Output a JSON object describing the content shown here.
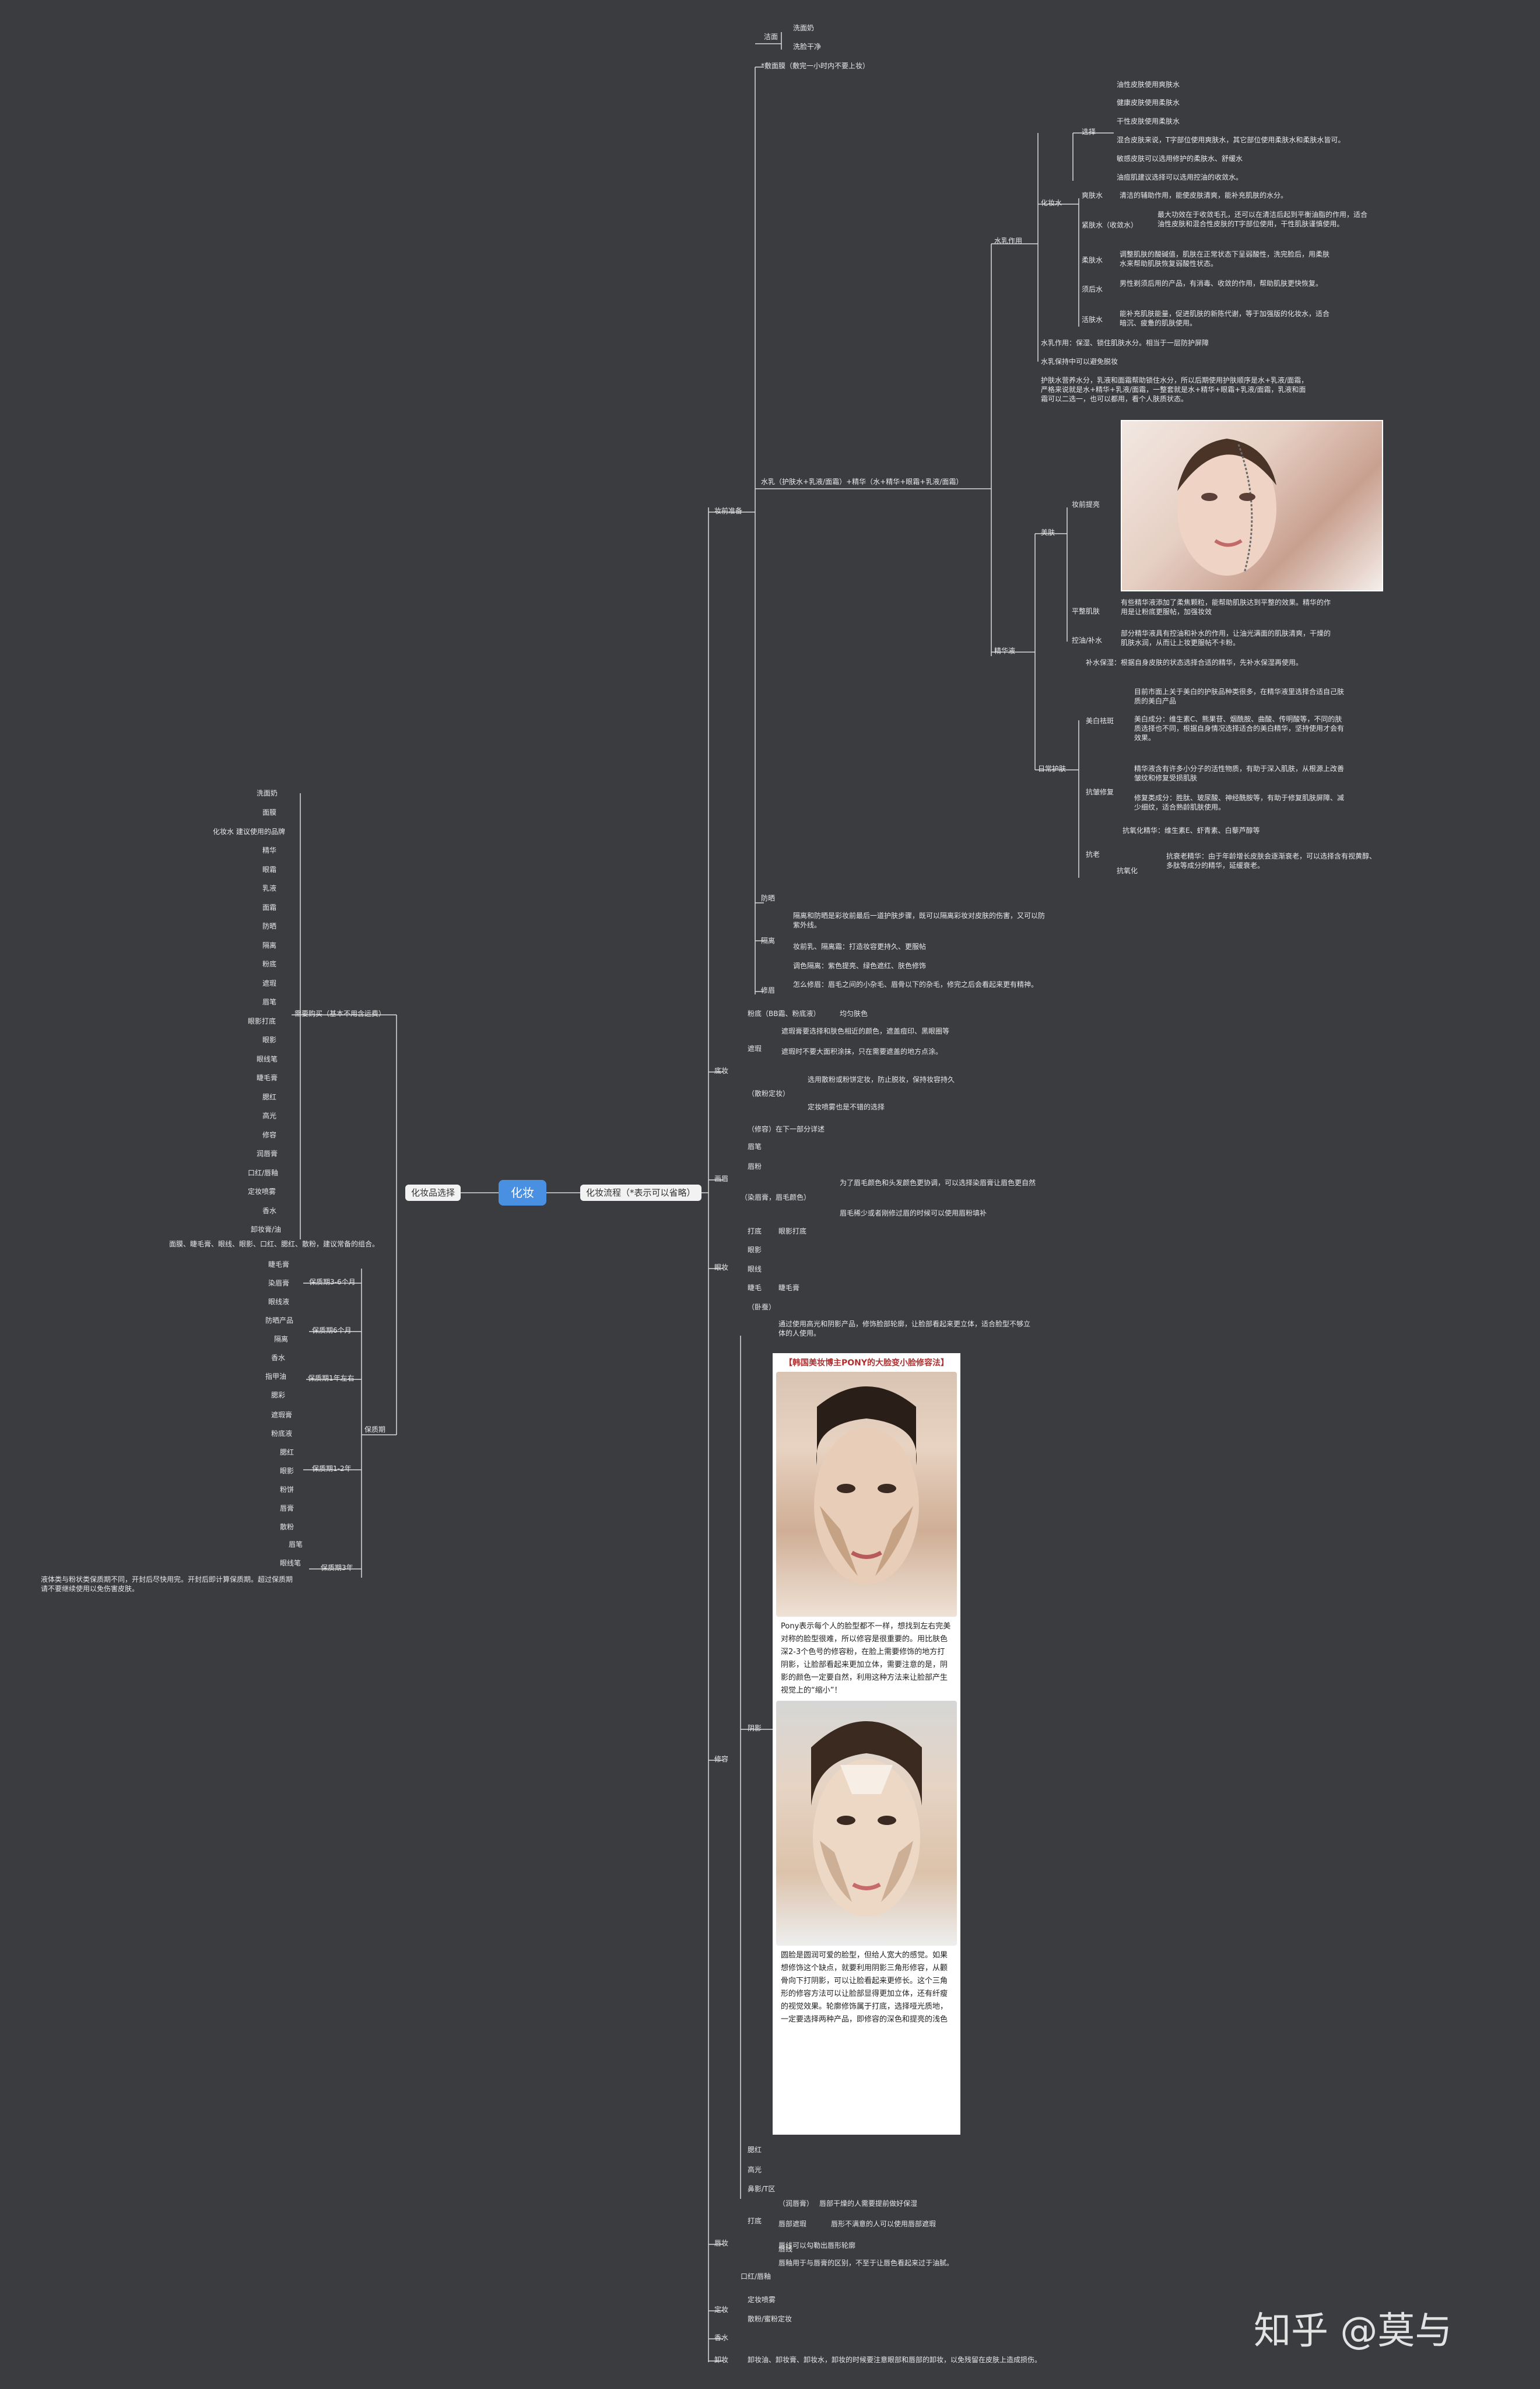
{
  "root": "化妆",
  "left_branch": {
    "title": "化妆品选择",
    "must_buy": {
      "title": "需要购买（基本不用含运费）",
      "items": [
        "洗面奶",
        "面膜",
        "化妆水 建议使用的品牌",
        "精华",
        "眼霜",
        "乳液",
        "面霜",
        "防晒",
        "隔离",
        "粉底",
        "遮瑕",
        "眉笔",
        "眼影打底",
        "眼影",
        "眼线笔",
        "睫毛膏",
        "腮红",
        "高光",
        "修容",
        "润唇膏",
        "口红/唇釉",
        "定妆喷雾",
        "香水",
        "卸妆膏/油"
      ],
      "note": "面膜、睫毛膏、眼线、眼影、口红、腮红、散粉，建议常备的组合。"
    },
    "shelf_life": {
      "title": "保质期",
      "groups": [
        {
          "title": "保质期3-6个月",
          "items": [
            "睫毛膏",
            "染眉膏",
            "眼线液"
          ]
        },
        {
          "title": "保质期6个月",
          "items": [
            "防晒产品",
            "隔离"
          ]
        },
        {
          "title": "保质期1年左右",
          "items": [
            "香水",
            "指甲油",
            "腮彩"
          ]
        },
        {
          "title": "保质期1-2年",
          "items": [
            "遮瑕膏",
            "粉底液",
            "腮红",
            "眼影",
            "粉饼",
            "唇膏",
            "散粉"
          ]
        },
        {
          "title": "保质期3年",
          "items": [
            "眉笔",
            "眼线笔"
          ]
        }
      ],
      "note": "液体类与粉状类保质期不同，开封后尽快用完。开封后即计算保质期。超过保质期请不要继续使用以免伤害皮肤。"
    }
  },
  "right_branch": {
    "title": "化妆流程（*表示可以省略）",
    "skincare": {
      "title": "妆前准备",
      "cleanse": {
        "title": "洁面",
        "items": [
          "洗面奶",
          "洗脸干净"
        ]
      },
      "mask": "*敷面膜（敷完一小时内不要上妆）",
      "water_milk": "水乳（护肤水+乳液/面霜）+精华（水+精华+眼霜+乳液/面霜）",
      "toner_section": {
        "title": "水乳作用",
        "toner": "化妆水",
        "choose": "选择",
        "choose_items": [
          "油性皮肤使用爽肤水",
          "健康皮肤使用柔肤水",
          "干性皮肤使用柔肤水",
          "混合皮肤来说，T字部位使用爽肤水，其它部位使用柔肤水和柔肤水皆可。",
          "敏感皮肤可以选用修护的柔肤水、舒缓水",
          "油痘肌建议选择可以选用控油的收敛水。"
        ],
        "types": [
          {
            "name": "爽肤水",
            "desc": "清洁的辅助作用，能使皮肤清爽，能补充肌肤的水分。"
          },
          {
            "name": "紧肤水（收敛水）",
            "desc": "最大功效在于收敛毛孔，还可以在清洁后起到平衡油脂的作用，适合油性皮肤和混合性皮肤的T字部位使用，干性肌肤谨慎使用。"
          },
          {
            "name": "柔肤水",
            "desc": "调整肌肤的酸碱值，肌肤在正常状态下呈弱酸性，洗完脸后，用柔肤水来帮助肌肤恢复弱酸性状态。"
          },
          {
            "name": "须后水",
            "desc": "男性剃须后用的产品，有消毒、收敛的作用，帮助肌肤更快恢复。"
          },
          {
            "name": "活肤水",
            "desc": "能补充肌肤能量，促进肌肤的新陈代谢，等于加强版的化妆水，适合暗沉、疲惫的肌肤使用。"
          }
        ],
        "notes": [
          "水乳作用：保湿、锁住肌肤水分。相当于一层防护屏障",
          "水乳保持中可以避免脱妆",
          "护肤水营养水分，乳液和面霜帮助锁住水分，所以后期使用护肤顺序是水+乳液/面霜，严格来说就是水+精华+乳液/面霜，一整套就是水+精华+眼霜+乳液/面霜，乳液和面霜可以二选一，也可以都用，看个人肤质状态。"
        ]
      },
      "essence": {
        "title": "精华液",
        "beauty": "美肤",
        "before": "妆前提亮",
        "even": "平整肌肤",
        "even_desc": "有些精华液添加了柔焦颗粒，能帮助肌肤达到平整的效果。精华的作用是让粉底更服帖，加强妆效",
        "moist": "控油/补水",
        "moist_desc": "部分精华液具有控油和补水的作用，让油光满面的肌肤清爽，干燥的肌肤水润，从而让上妆更服帖不卡粉。",
        "use_note": "补水保湿：根据自身皮肤的状态选择合适的精华，先补水保湿再使用。",
        "daily": "日常护肤",
        "whiten": "美白祛斑",
        "whiten_items": [
          "目前市面上关于美白的护肤品种类很多，在精华液里选择合适自己肤质的美白产品",
          "美白成分：维生素C、熊果苷、烟酰胺、曲酸、传明酸等，不同的肤质选择也不同，根据自身情况选择适合的美白精华，坚持使用才会有效果。"
        ],
        "anti": "抗皱修复",
        "anti_items": [
          "精华液含有许多小分子的活性物质，有助于深入肌肤，从根源上改善皱纹和修复受损肌肤",
          "修复类成分：胜肽、玻尿酸、神经酰胺等，有助于修复肌肤屏障、减少细纹，适合熟龄肌肤使用。"
        ],
        "anti_aging": "抗老",
        "anti_aging_a": "抗氧化",
        "anti_aging_items": [
          "抗氧化精华：维生素E、虾青素、白藜芦醇等",
          "抗衰老精华：由于年龄增长皮肤会逐渐衰老，可以选择含有视黄醇、多肽等成分的精华，延缓衰老。"
        ]
      },
      "sunscreen": {
        "title": "防晒",
        "desc": "隔离和防晒是彩妆前最后一道护肤步骤，既可以隔离彩妆对皮肤的伤害，又可以防紫外线。"
      },
      "primer": {
        "title": "隔离",
        "items": [
          "妆前乳、隔离霜：打造妆容更持久、更服帖",
          "调色隔离：紫色提亮、绿色遮红、肤色修饰"
        ]
      },
      "brows": {
        "title": "修眉",
        "desc": "怎么修眉：眉毛之间的小杂毛、眉骨以下的杂毛，修完之后会看起来更有精神。"
      }
    },
    "base": {
      "title": "底妆",
      "foundation": "粉底（BB霜、粉底液）",
      "foundation_note": "均匀肤色",
      "concealer": "遮瑕",
      "concealer_items": [
        "遮瑕膏要选择和肤色相近的颜色，遮盖痘印、黑眼圈等",
        "遮瑕时不要大面积涂抹，只在需要遮盖的地方点涂。"
      ],
      "powder": "（散粉定妆）",
      "powder_items": [
        "选用散粉或粉饼定妆，防止脱妆，保持妆容持久",
        "定妆喷雾也是不错的选择"
      ],
      "correct": "（修容）在下一部分详述"
    },
    "brow": {
      "title": "画眉",
      "items": [
        "眉笔",
        "眉粉",
        "（染眉膏，眉毛颜色）"
      ],
      "notes": [
        "为了眉毛颜色和头发颜色更协调，可以选择染眉膏让眉色更自然",
        "眉毛稀少或者刚修过眉的时候可以使用眉粉填补"
      ]
    },
    "eye": {
      "title": "眼妆",
      "items": [
        "打底",
        "眼影",
        "眼线",
        "睫毛",
        "（卧蚕）"
      ],
      "notes": [
        "眼影打底",
        "睫毛膏"
      ]
    },
    "contour": {
      "title": "修容",
      "intro": "通过使用高光和阴影产品，修饰脸部轮廓，让脸部看起来更立体，适合脸型不够立体的人使用。",
      "shade": "阴影",
      "card_title": "【韩国美妆博主PONY的大脸变小脸修容法】",
      "card_text1": "Pony表示每个人的脸型都不一样，想找到左右完美对称的脸型很难，所以修容是很重要的。用比肤色深2-3个色号的修容粉，在脸上需要修饰的地方打阴影，让脸部看起来更加立体，需要注意的是，阴影的颜色一定要自然，利用这种方法来让脸部产生视觉上的“缩小”！",
      "card_text2": "圆脸是圆润可爱的脸型，但给人宽大的感觉。如果想修饰这个缺点，就要利用阴影三角形修容，从颧骨向下打阴影，可以让脸看起来更修长。这个三角形的修容方法可以让脸部显得更加立体，还有纤瘦的视觉效果。轮廓修饰属于打底，选择哑光质地，一定要选择两种产品，即修容的深色和提亮的浅色",
      "items": [
        "腮红",
        "高光",
        "鼻影/T区"
      ]
    },
    "lips": {
      "title": "唇妆",
      "items": [
        "打底",
        "（润唇膏）",
        "唇线",
        "口红/唇釉"
      ],
      "notes": [
        "润唇膏",
        "唇部干燥的人需要提前做好保湿",
        "唇部遮瑕",
        "唇形不满意的人可以使用唇部遮瑕",
        "唇线可以勾勒出唇形轮廓",
        "唇釉用于与唇膏的区别，不至于让唇色看起来过于油腻。"
      ]
    },
    "set": {
      "title": "定妆",
      "items": [
        "定妆喷雾",
        "散粉/蜜粉定妆"
      ]
    },
    "perfume": "香水",
    "remove": {
      "title": "卸妆",
      "desc": "卸妆油、卸妆膏、卸妆水，卸妆的时候要注意眼部和唇部的卸妆，以免残留在皮肤上造成损伤。"
    }
  },
  "watermark": "知乎 @莫与"
}
